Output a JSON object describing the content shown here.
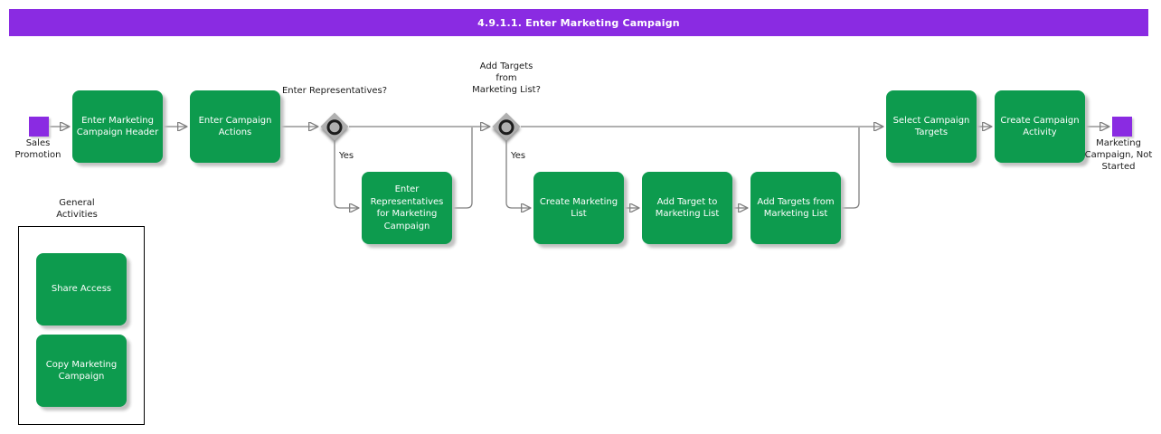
{
  "title": "4.9.1.1. Enter Marketing Campaign",
  "colors": {
    "title_bar_purple": "#8a2be2",
    "event_purple": "#8a2be2",
    "activity_green": "#0d9b4e",
    "connector_gray": "#808080",
    "decision_gray": "#b0b0b0",
    "activity_text": "#ffffff",
    "label_text": "#1a1a1a"
  },
  "start_event": {
    "label": "Sales Promotion"
  },
  "end_event": {
    "label": "Marketing Campaign, Not Started"
  },
  "activities": {
    "enter_marketing_campaign_header": "Enter Marketing Campaign Header",
    "enter_campaign_actions": "Enter Campaign Actions",
    "enter_representatives_for_marketing_campaign": "Enter Representatives for Marketing Campaign",
    "create_marketing_list": "Create Marketing List",
    "add_target_to_marketing_list": "Add Target to Marketing List",
    "add_targets_from_marketing_list": "Add Targets from Marketing List",
    "select_campaign_targets": "Select Campaign Targets",
    "create_campaign_activity": "Create Campaign Activity"
  },
  "decisions": {
    "enter_representatives": {
      "label": "Enter Representatives?",
      "yes_label": "Yes"
    },
    "add_targets_from_marketing_list": {
      "label": "Add Targets from Marketing List?",
      "yes_label": "Yes"
    }
  },
  "general_activities": {
    "label": "General Activities",
    "items": [
      "Share Access",
      "Copy Marketing Campaign"
    ]
  }
}
